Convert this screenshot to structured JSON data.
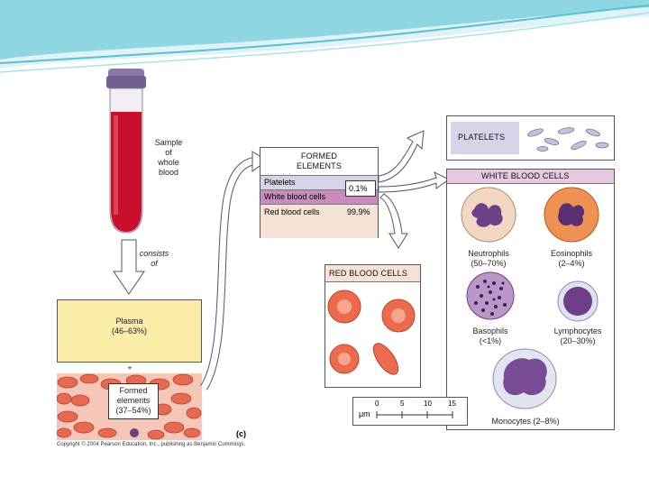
{
  "tube_label": [
    "Sample",
    "of",
    "whole",
    "blood"
  ],
  "consists_label": [
    "consists",
    "of"
  ],
  "plasma": {
    "label": "Plasma",
    "percent": "(46–63%)"
  },
  "plus_sign": "+",
  "formed_label": [
    "Formed",
    "elements",
    "(37–54%)"
  ],
  "panel_letter": "(c)",
  "copyright": "Copyright © 2004 Pearson Education, Inc., publishing as Benjamin Cummings.",
  "formed_table": {
    "title": [
      "FORMED",
      "ELEMENTS"
    ],
    "rows": [
      {
        "label": "Platelets",
        "color": "#d9d3ea"
      },
      {
        "label": "White blood cells",
        "color": "#c98bbd"
      },
      {
        "label": "Red blood cells",
        "value": "99.9%",
        "color": "#f7e2d6"
      }
    ],
    "combined_value": "0.1%"
  },
  "platelets_title": "PLATELETS",
  "rbc_title": "RED BLOOD CELLS",
  "wbc": {
    "title": "WHITE BLOOD CELLS",
    "cells": [
      {
        "name": "Neutrophils",
        "pct": "(50–70%)"
      },
      {
        "name": "Eosinophils",
        "pct": "(2–4%)"
      },
      {
        "name": "Basophils",
        "pct": "(<1%)"
      },
      {
        "name": "Lymphocytes",
        "pct": "(20–30%)"
      }
    ],
    "monocytes": "Monocytes (2–8%)"
  },
  "scale": {
    "unit": "μm",
    "ticks": [
      "0",
      "5",
      "10",
      "15"
    ]
  },
  "colors": {
    "plasma": "#fbeca8",
    "blood": "#c8102e",
    "table_head_bg": "#e7c9df",
    "rbc": "#e8553f",
    "wbc_nucleus": "#6d3f86"
  }
}
